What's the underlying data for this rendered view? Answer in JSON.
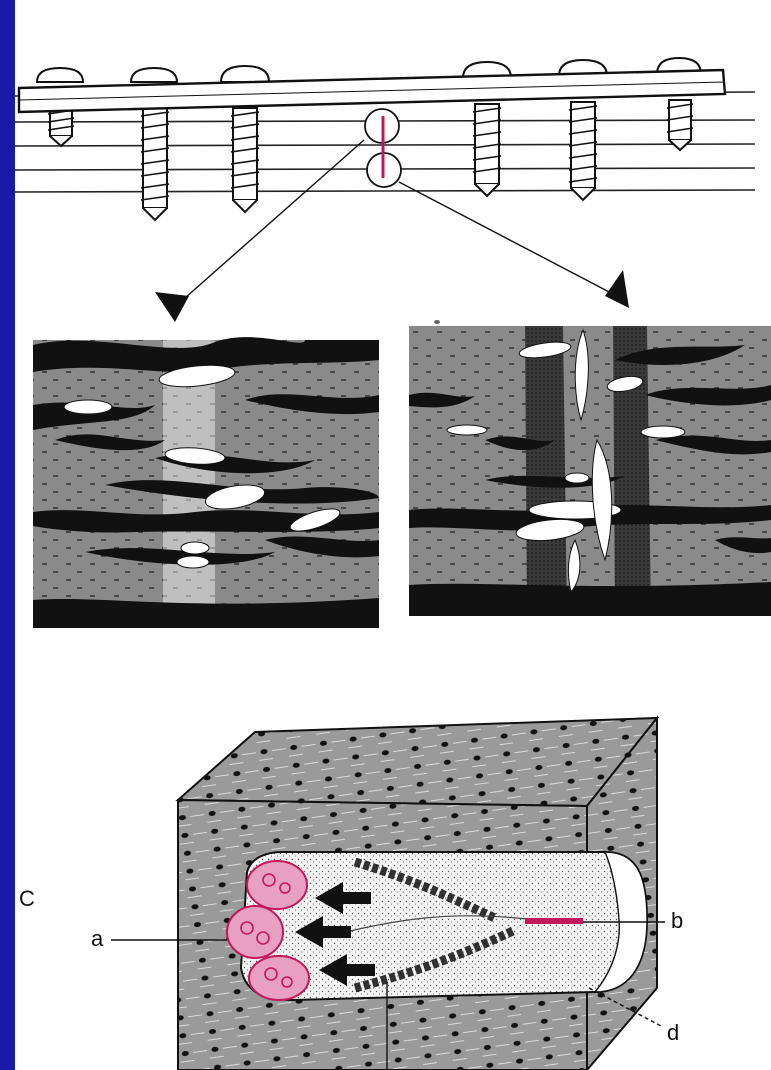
{
  "labels": {
    "panel": "C",
    "a": "a",
    "b": "b",
    "d": "d"
  },
  "colors": {
    "frame": "#1a1aa8",
    "ink": "#111111",
    "bone_gray": "#8a8a8a",
    "marker_magenta": "#c2185b",
    "osteoclast_pink": "#e8a0c0"
  },
  "icons": {
    "plate": "bone-plate-with-screws",
    "magnifier": "detail-circles",
    "pointer": "arrowhead-icon",
    "flow": "bold-arrow-icon"
  }
}
